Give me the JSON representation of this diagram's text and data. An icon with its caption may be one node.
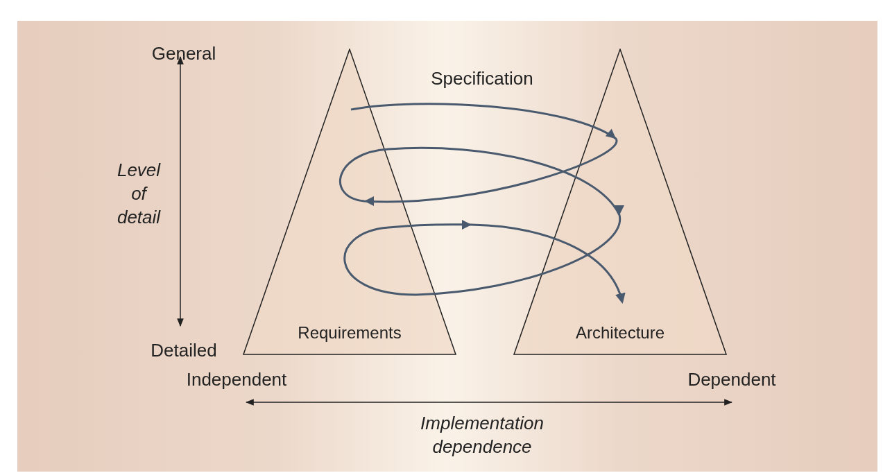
{
  "diagram": {
    "nodes": [
      {
        "text": [
          "Requirements"
        ]
      },
      {
        "text": [
          "Architecture"
        ]
      }
    ],
    "edges": [
      {
        "from": 0,
        "to": 1,
        "arrow": "to",
        "label": "Specification"
      }
    ],
    "labels": [
      "General",
      "Level of detail",
      "Detailed",
      "Independent",
      "Dependent",
      "Implementation dependence"
    ]
  }
}
